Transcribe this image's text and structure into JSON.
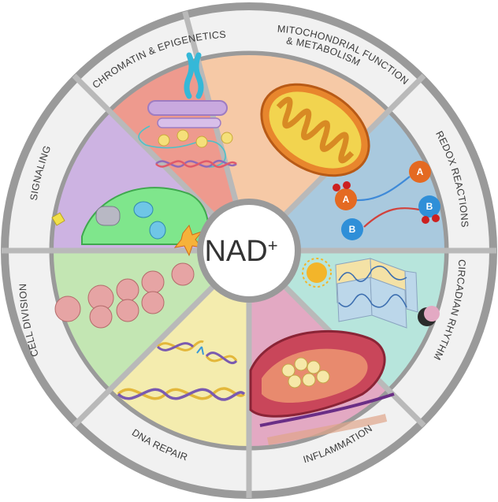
{
  "center": {
    "label": "NAD",
    "superscript": "+"
  },
  "segments": [
    {
      "key": "chromatin",
      "label": "CHROMATIN & EPIGENETICS",
      "color": "#f6c9a6"
    },
    {
      "key": "mito",
      "label_line1": "MITOCHONDRIAL FUNCTION",
      "label_line2": "& METABOLISM",
      "color": "#a9c9de"
    },
    {
      "key": "redox",
      "label": "REDOX REACTIONS",
      "color": "#b7e5dc"
    },
    {
      "key": "circadian",
      "label": "CIRCADIAN RHYTHM",
      "color": "#e3a9c3"
    },
    {
      "key": "inflammation",
      "label": "INFLAMMATION",
      "color": "#f4ecae"
    },
    {
      "key": "dna",
      "label": "DNA REPAIR",
      "color": "#c3e6b3"
    },
    {
      "key": "division",
      "label": "CELL DIVISION",
      "color": "#cdb3e2"
    },
    {
      "key": "signaling",
      "label": "SIGNALING",
      "color": "#ee9a8e"
    }
  ],
  "redox_molecules": {
    "a": "A",
    "b": "B"
  },
  "colors": {
    "ring": "#f1f1f1",
    "divider": "#b9b9b9",
    "hub": "#ffffff"
  }
}
